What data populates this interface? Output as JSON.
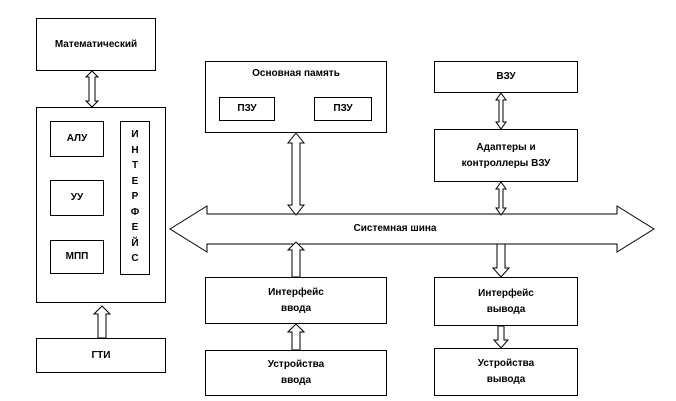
{
  "blocks": {
    "math": "Математический",
    "main_memory": "Основная память",
    "rom": "ПЗУ",
    "ram": "ПЗУ",
    "ext_storage": "ВЗУ",
    "adapters": "Адаптеры и контроллеры ВЗУ",
    "alu": "АЛУ",
    "cu": "УУ",
    "mpp": "МПП",
    "interface_letters": [
      "И",
      "Н",
      "Т",
      "Е",
      "Р",
      "Ф",
      "Е",
      "Й",
      "С"
    ],
    "system_bus": "Системная шина",
    "input_interface": "Интерфейс ввода",
    "output_interface": "Интерфейс вывода",
    "gti": "ГТИ",
    "input_devices": "Устройства ввода",
    "output_devices": "Устройства вывода"
  }
}
